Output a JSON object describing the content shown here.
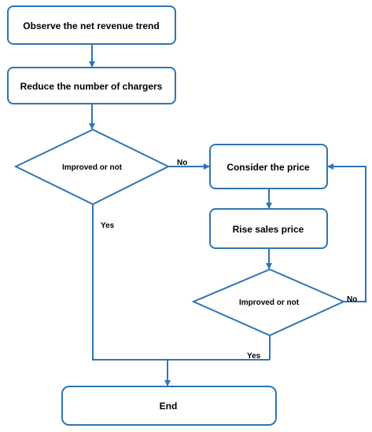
{
  "flowchart": {
    "nodes": {
      "observe": "Observe the net revenue trend",
      "reduce": "Reduce the number of chargers",
      "decision1": "Improved or not",
      "consider": "Consider the price",
      "rise": "Rise sales price",
      "decision2": "Improved or not",
      "end": "End"
    },
    "edge_labels": {
      "d1_no": "No",
      "d1_yes": "Yes",
      "d2_no": "No",
      "d2_yes": "Yes"
    },
    "colors": {
      "stroke": "#2E75B6",
      "fill": "#ffffff",
      "text": "#000000"
    }
  }
}
